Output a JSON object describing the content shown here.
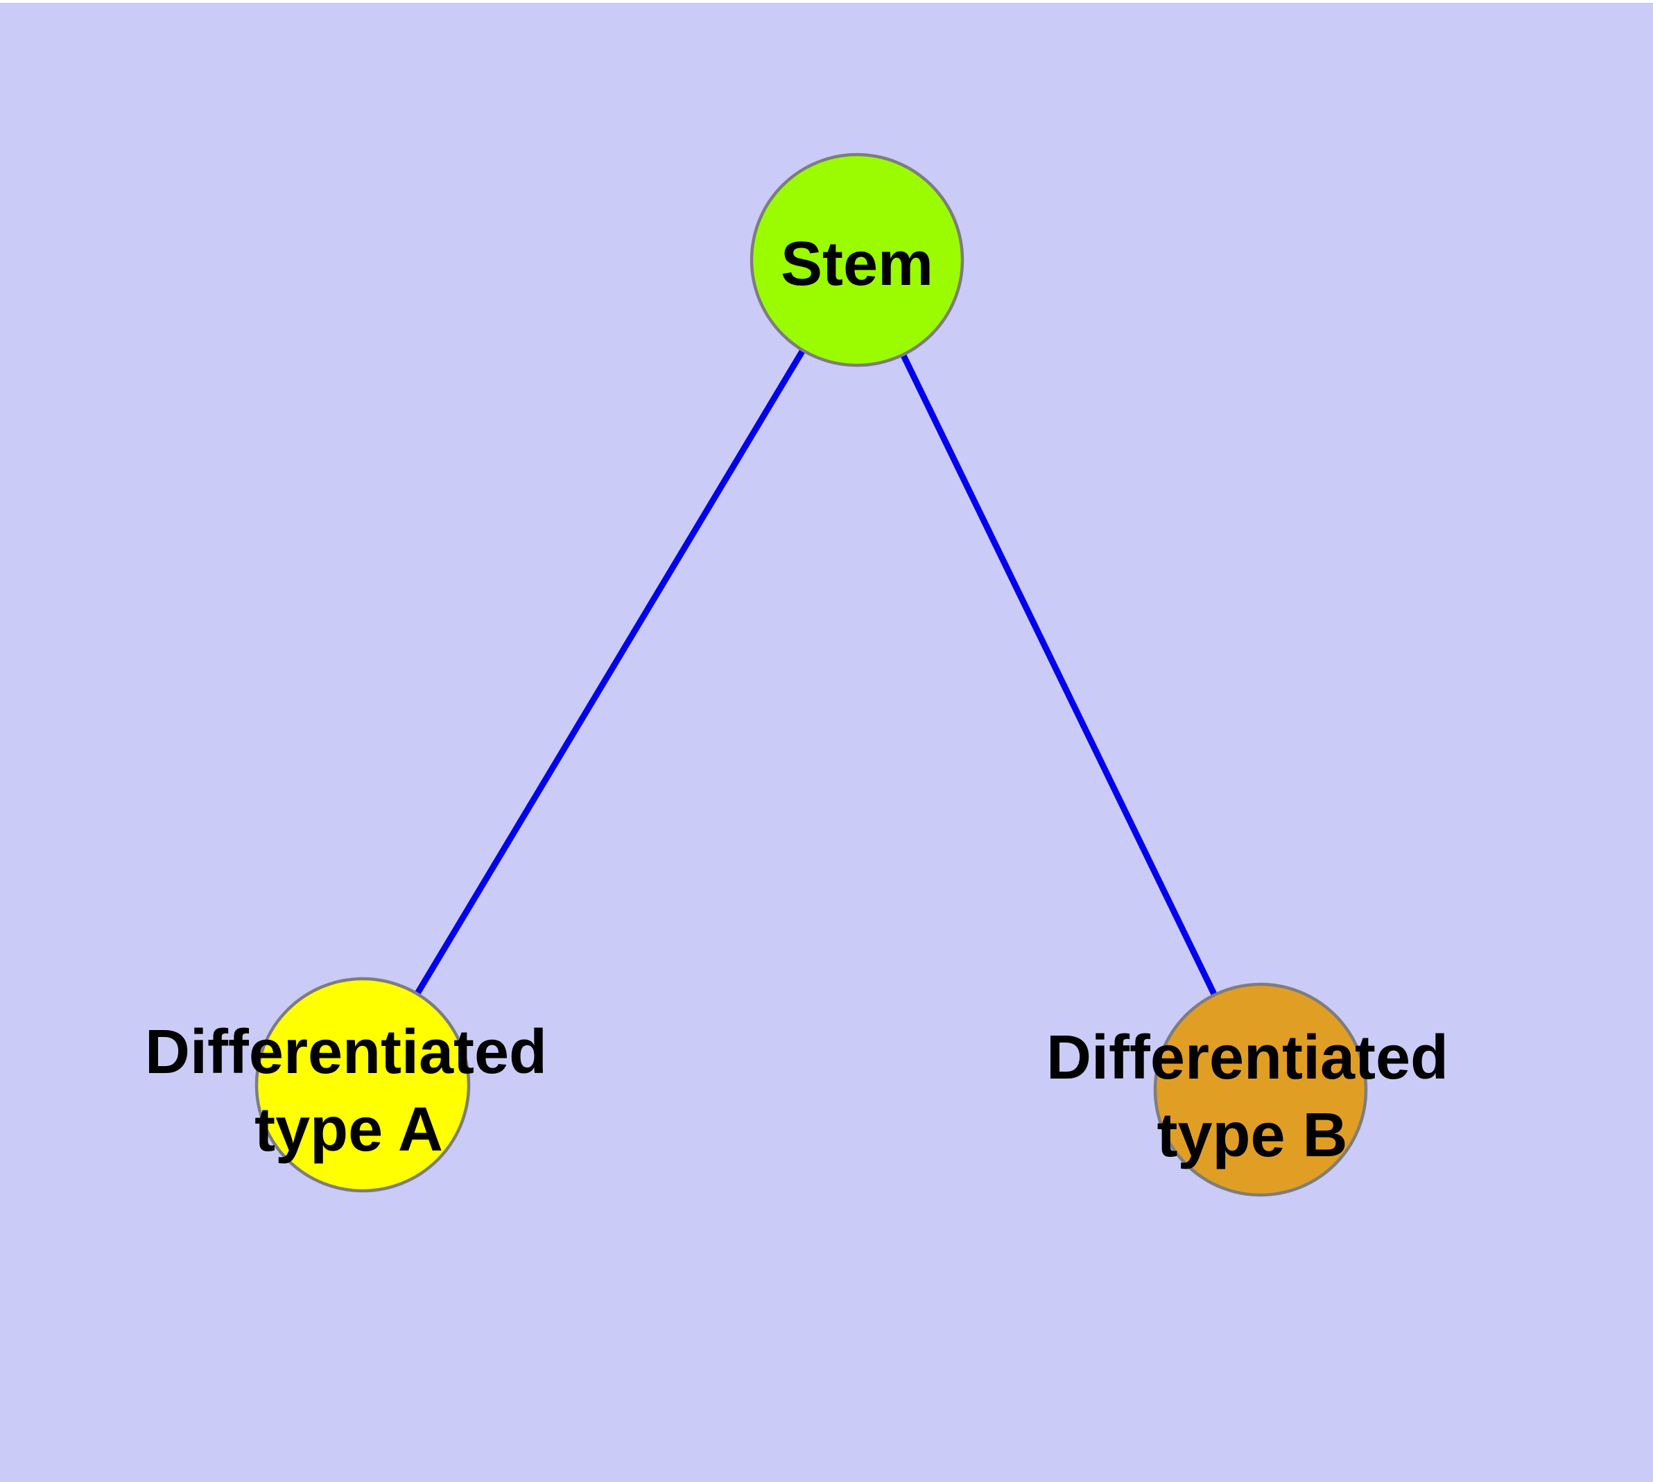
{
  "figure": {
    "type": "undirected-graph-diagram",
    "description": "Stem cell differentiation graph with one root node connected to two differentiated cell type nodes"
  },
  "colors": {
    "page_margin": "#FFFFFF",
    "background": "#CBCBF7",
    "edge": "#0202EE",
    "node_border": "#7D7D7D",
    "label_text": "#000000"
  },
  "nodes": {
    "stem": {
      "label": "Stem",
      "fill": "#9BFB00"
    },
    "type_a": {
      "label": "Differentiated type A",
      "label_line1": "Differentiated",
      "label_line2": "type A",
      "fill": "#FFFF00"
    },
    "type_b": {
      "label": "Differentiated type B",
      "label_line1": "Differentiated",
      "label_line2": "type B",
      "fill": "#E19E24"
    }
  },
  "edges": [
    {
      "from": "Stem",
      "to": "Differentiated type A"
    },
    {
      "from": "Stem",
      "to": "Differentiated type B"
    }
  ]
}
